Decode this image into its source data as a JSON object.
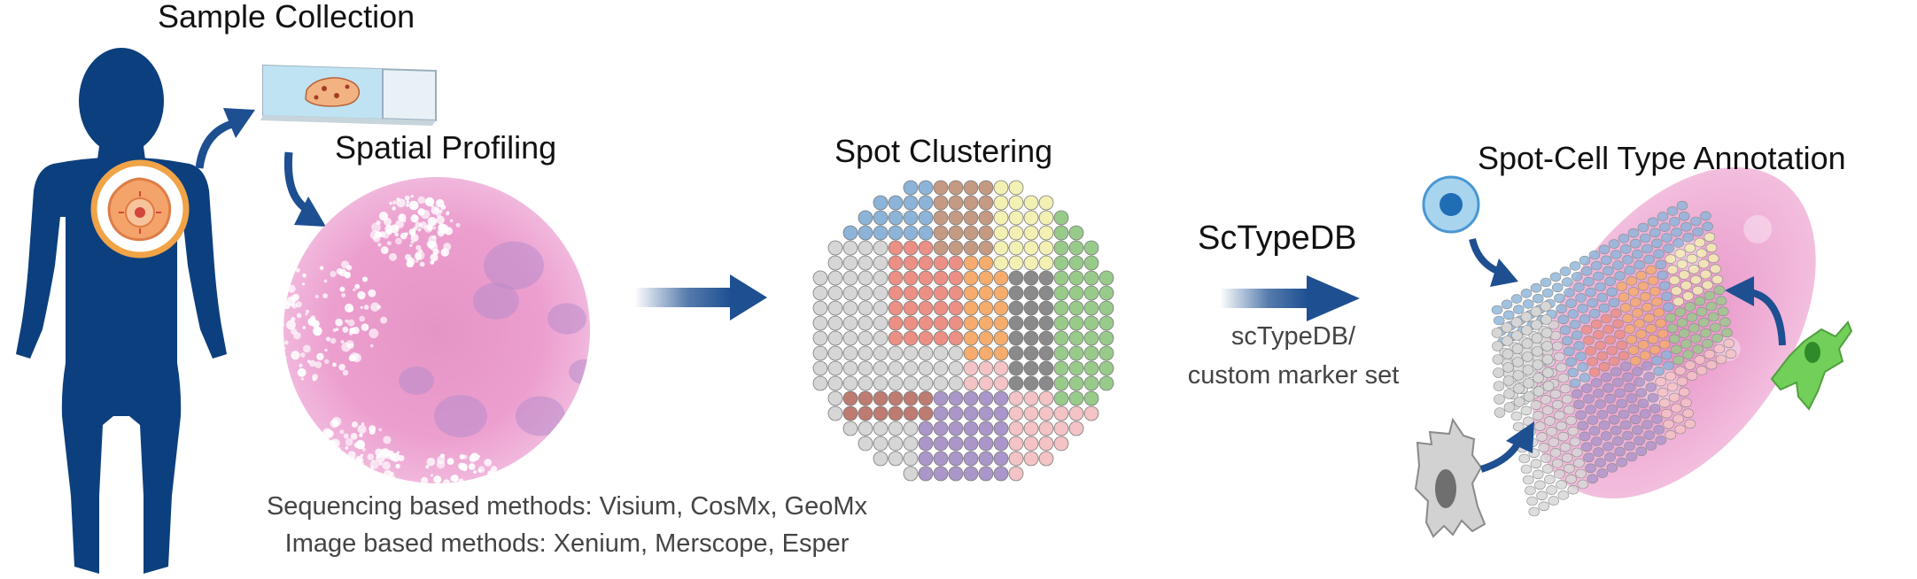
{
  "titles": {
    "sample_collection": "Sample Collection",
    "spatial_profiling": "Spatial Profiling",
    "spot_clustering": "Spot Clustering",
    "annotation": "Spot-Cell Type Annotation",
    "sctypedb": "ScTypeDB"
  },
  "marker_note": {
    "line1": "scTypeDB/",
    "line2": "custom marker set"
  },
  "methods": {
    "sequencing": "Sequencing based methods: Visium, CosMx, GeoMx",
    "image": "Image based methods: Xenium, Merscope, Esper"
  },
  "colors": {
    "body_navy": "#0c3f7d",
    "arrow_navy": "#1d4f91",
    "tissue_pink": "#e79ccc",
    "cluster_blue": "#8cb4d9",
    "cluster_brown": "#c59a82",
    "cluster_yellow": "#f3f0b3",
    "cluster_salmon": "#ec8f85",
    "cluster_orange": "#f5ac6c",
    "cluster_gray_light": "#d6d6d6",
    "cluster_gray_dark": "#8a8a8a",
    "cluster_green": "#98cb8a",
    "cluster_pink": "#f4c3c5",
    "cluster_purple": "#ab96c9",
    "cluster_darkred": "#bd7b72",
    "cell_blue": "#4a97d2",
    "cell_green": "#72cf5a",
    "cell_gray": "#c5c5c5"
  },
  "icons": [
    "human-silhouette-icon",
    "tumor-icon",
    "glass-slide-icon",
    "immune-cell-icon",
    "fibroblast-icon",
    "macrophage-icon"
  ]
}
